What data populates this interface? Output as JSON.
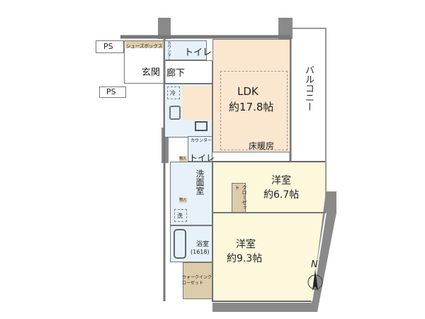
{
  "rooms": {
    "ps1": "PS",
    "ps2": "PS",
    "shoe_box": "シューズボックス",
    "counter1": "カウンター",
    "toilet1": "トイレ",
    "entrance": "玄関",
    "hallway": "廊下",
    "fridge": "冷",
    "ldk": "LDK",
    "ldk_size": "約17.8帖",
    "floor_heating": "床暖房",
    "balcony": "バルコニー",
    "counter2": "カウンター",
    "storage1": "物入",
    "toilet2": "トイレ",
    "washroom": "洗面室",
    "storage2": "物入",
    "washer": "洗",
    "bathroom": "浴室",
    "bath_size": "(1618)",
    "wic": "ウォークインクローゼット",
    "closet": "クローゼット",
    "room1": "洋室",
    "room1_size": "約6.7帖",
    "room2": "洋室",
    "room2_size": "約9.3帖",
    "north": "N"
  },
  "colors": {
    "ldk": "#fbe6cf",
    "wet": "#e6f1fa",
    "bedroom": "#fdf8dc",
    "storage": "#dcccaa",
    "wall": "#8a8a8a"
  }
}
